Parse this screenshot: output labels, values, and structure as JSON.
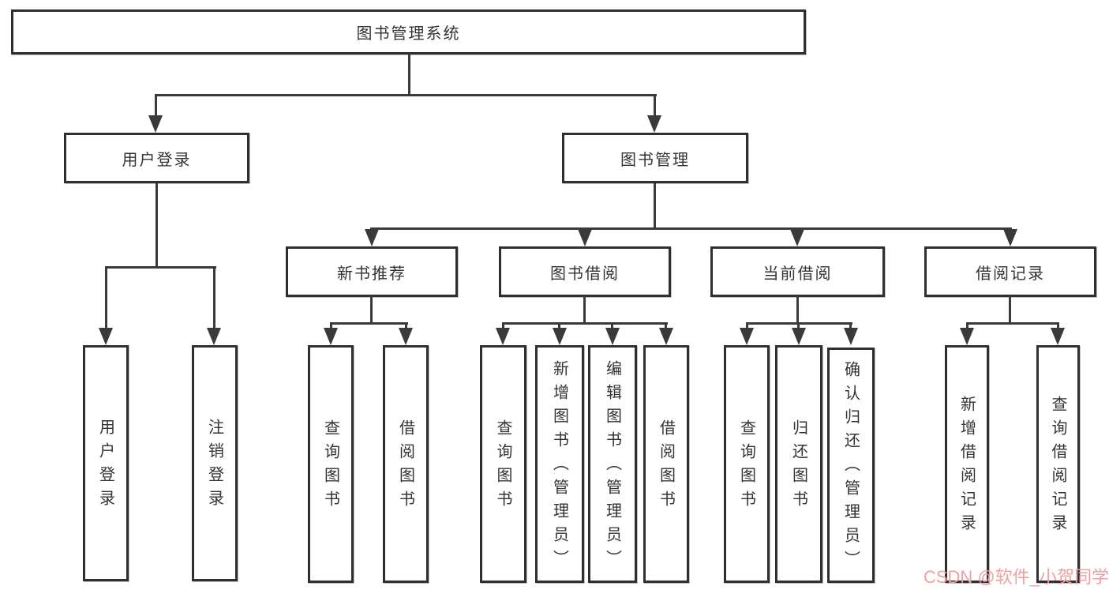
{
  "diagram_title": "图书管理系统",
  "nodes": {
    "root": {
      "label": "图书管理系统"
    },
    "user_login": {
      "label": "用户登录"
    },
    "book_mgmt": {
      "label": "图书管理"
    },
    "new_book_rec": {
      "label": "新书推荐"
    },
    "book_borrow": {
      "label": "图书借阅"
    },
    "current_borrow": {
      "label": "当前借阅"
    },
    "borrow_records": {
      "label": "借阅记录"
    },
    "login": {
      "label": "用户登录"
    },
    "logout": {
      "label": "注销登录"
    },
    "rec_query_books": {
      "label": "查询图书"
    },
    "rec_borrow_books": {
      "label": "借阅图书"
    },
    "bb_query_books": {
      "label": "查询图书"
    },
    "bb_add_books": {
      "label": "新增图书（管理员）"
    },
    "bb_edit_books": {
      "label": "编辑图书（管理员）"
    },
    "bb_borrow_books": {
      "label": "借阅图书"
    },
    "cb_query_books": {
      "label": "查询图书"
    },
    "cb_return_books": {
      "label": "归还图书"
    },
    "cb_confirm_return": {
      "label": "确认归还（管理员）"
    },
    "br_add_record": {
      "label": "新增借阅记录"
    },
    "br_query_record": {
      "label": "查询借阅记录"
    }
  },
  "hierarchy": {
    "图书管理系统": {
      "用户登录": [
        "用户登录",
        "注销登录"
      ],
      "图书管理": {
        "新书推荐": [
          "查询图书",
          "借阅图书"
        ],
        "图书借阅": [
          "查询图书",
          "新增图书（管理员）",
          "编辑图书（管理员）",
          "借阅图书"
        ],
        "当前借阅": [
          "查询图书",
          "归还图书",
          "确认归还（管理员）"
        ],
        "借阅记录": [
          "新增借阅记录",
          "查询借阅记录"
        ]
      }
    }
  },
  "watermark": {
    "text": "CSDN @软件_小贺同学",
    "color": "#f0a0a0"
  },
  "colors": {
    "line": "#3a3a3a",
    "box_border": "#2f2f2f",
    "box_fill": "#ffffff",
    "text": "#333333",
    "background": "#ffffff"
  }
}
